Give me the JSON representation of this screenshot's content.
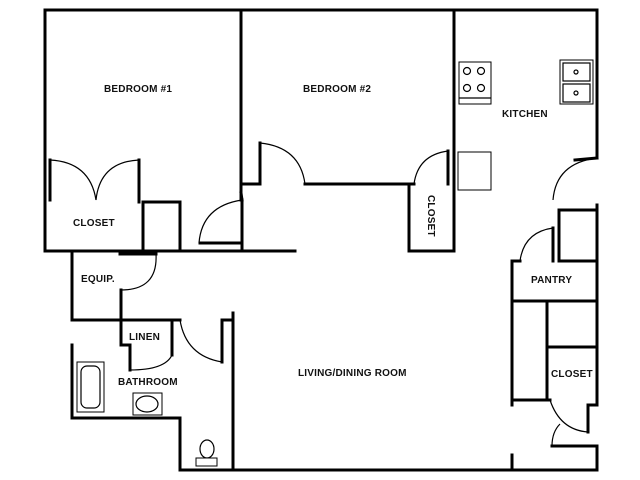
{
  "plan": {
    "rooms": [
      {
        "id": "bedroom-1",
        "label": "BEDROOM #1"
      },
      {
        "id": "bedroom-2",
        "label": "BEDROOM #2"
      },
      {
        "id": "kitchen",
        "label": "KITCHEN"
      },
      {
        "id": "closet-bedroom-1",
        "label": "CLOSET"
      },
      {
        "id": "closet-bedroom-2",
        "label": "CLOSET"
      },
      {
        "id": "equipment",
        "label": "EQUIP."
      },
      {
        "id": "linen",
        "label": "LINEN"
      },
      {
        "id": "bathroom",
        "label": "BATHROOM"
      },
      {
        "id": "living-dining",
        "label": "LIVING/DINING ROOM"
      },
      {
        "id": "pantry",
        "label": "PANTRY"
      },
      {
        "id": "closet-east",
        "label": "CLOSET"
      }
    ],
    "fixtures": [
      "stove",
      "double-sink",
      "refrigerator",
      "bathtub",
      "bathroom-sink",
      "toilet"
    ],
    "colors": {
      "wall": "#000000",
      "background": "#ffffff"
    }
  }
}
